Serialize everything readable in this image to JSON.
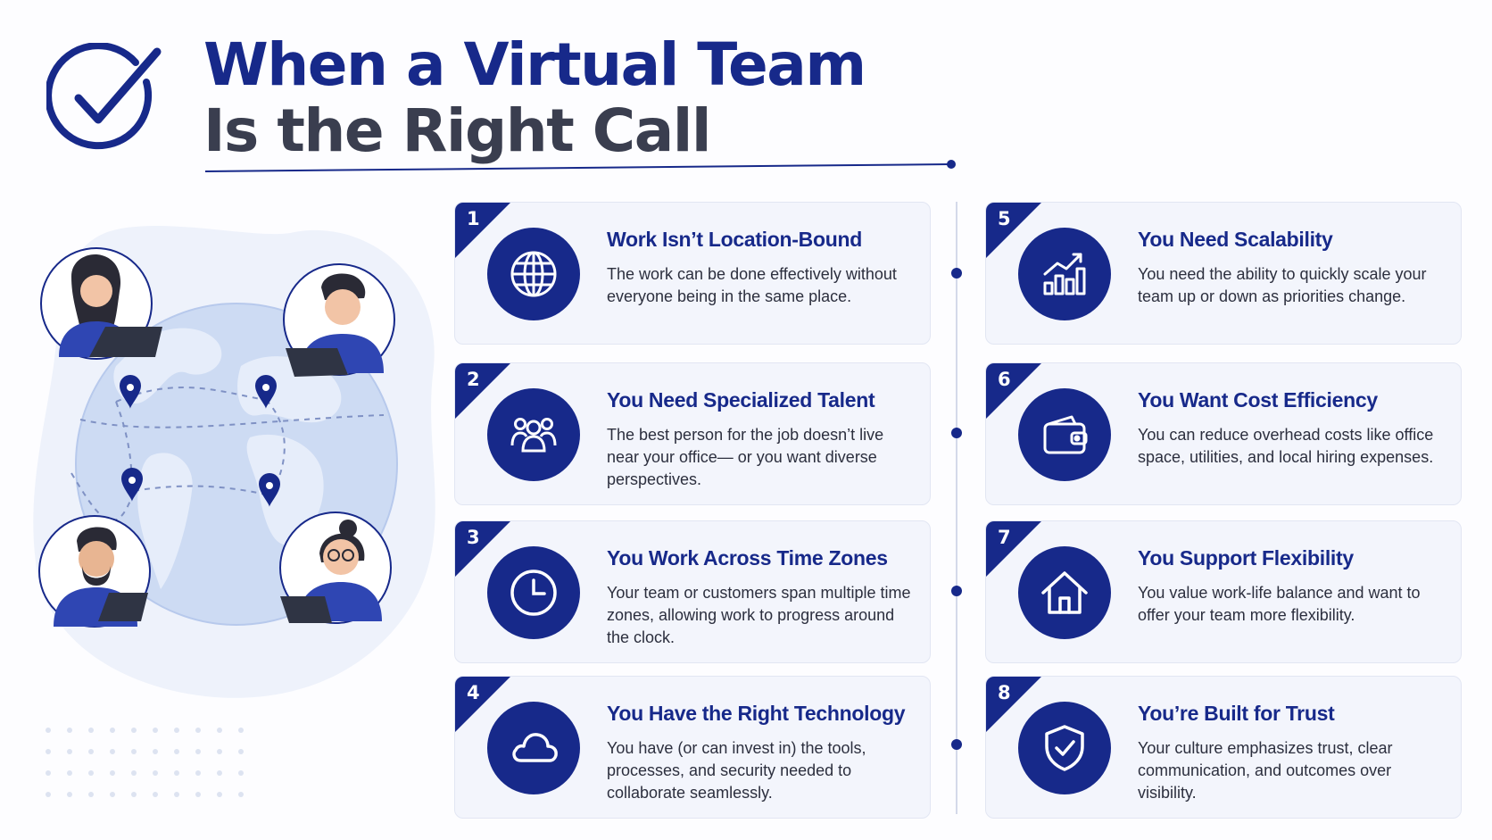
{
  "header": {
    "title_line1": "When a Virtual Team",
    "title_line2": "Is the Right Call"
  },
  "colors": {
    "brand_navy": "#17298a",
    "title_gray": "#3a3e4f",
    "card_bg": "#f3f5fc",
    "globe_blue": "#c9d8f2"
  },
  "cards": [
    {
      "number": "1",
      "title": "Work Isn’t Location-Bound",
      "description": "The work can be done effectively without everyone being in the same place.",
      "icon": "globe-icon"
    },
    {
      "number": "2",
      "title": "You Need Specialized Talent",
      "description": "The best person for the job doesn’t live near your office— or you want diverse perspectives.",
      "icon": "team-icon"
    },
    {
      "number": "3",
      "title": "You Work Across Time Zones",
      "description": "Your team or customers span multiple time zones, allowing work to progress around the clock.",
      "icon": "clock-icon"
    },
    {
      "number": "4",
      "title": "You Have the Right Technology",
      "description": "You have (or can invest in) the tools, processes, and security needed to collaborate seamlessly.",
      "icon": "cloud-icon"
    },
    {
      "number": "5",
      "title": "You Need Scalability",
      "description": "You need the ability to quickly scale your team up or down as priorities change.",
      "icon": "growth-chart-icon"
    },
    {
      "number": "6",
      "title": "You Want Cost Efficiency",
      "description": "You can reduce overhead costs like office space, utilities, and local hiring expenses.",
      "icon": "wallet-icon"
    },
    {
      "number": "7",
      "title": "You Support Flexibility",
      "description": "You value work-life balance and want to offer your team more flexibility.",
      "icon": "home-icon"
    },
    {
      "number": "8",
      "title": "You’re Built for Trust",
      "description": "Your culture emphasizes trust, clear communication, and outcomes over visibility.",
      "icon": "shield-check-icon"
    }
  ]
}
